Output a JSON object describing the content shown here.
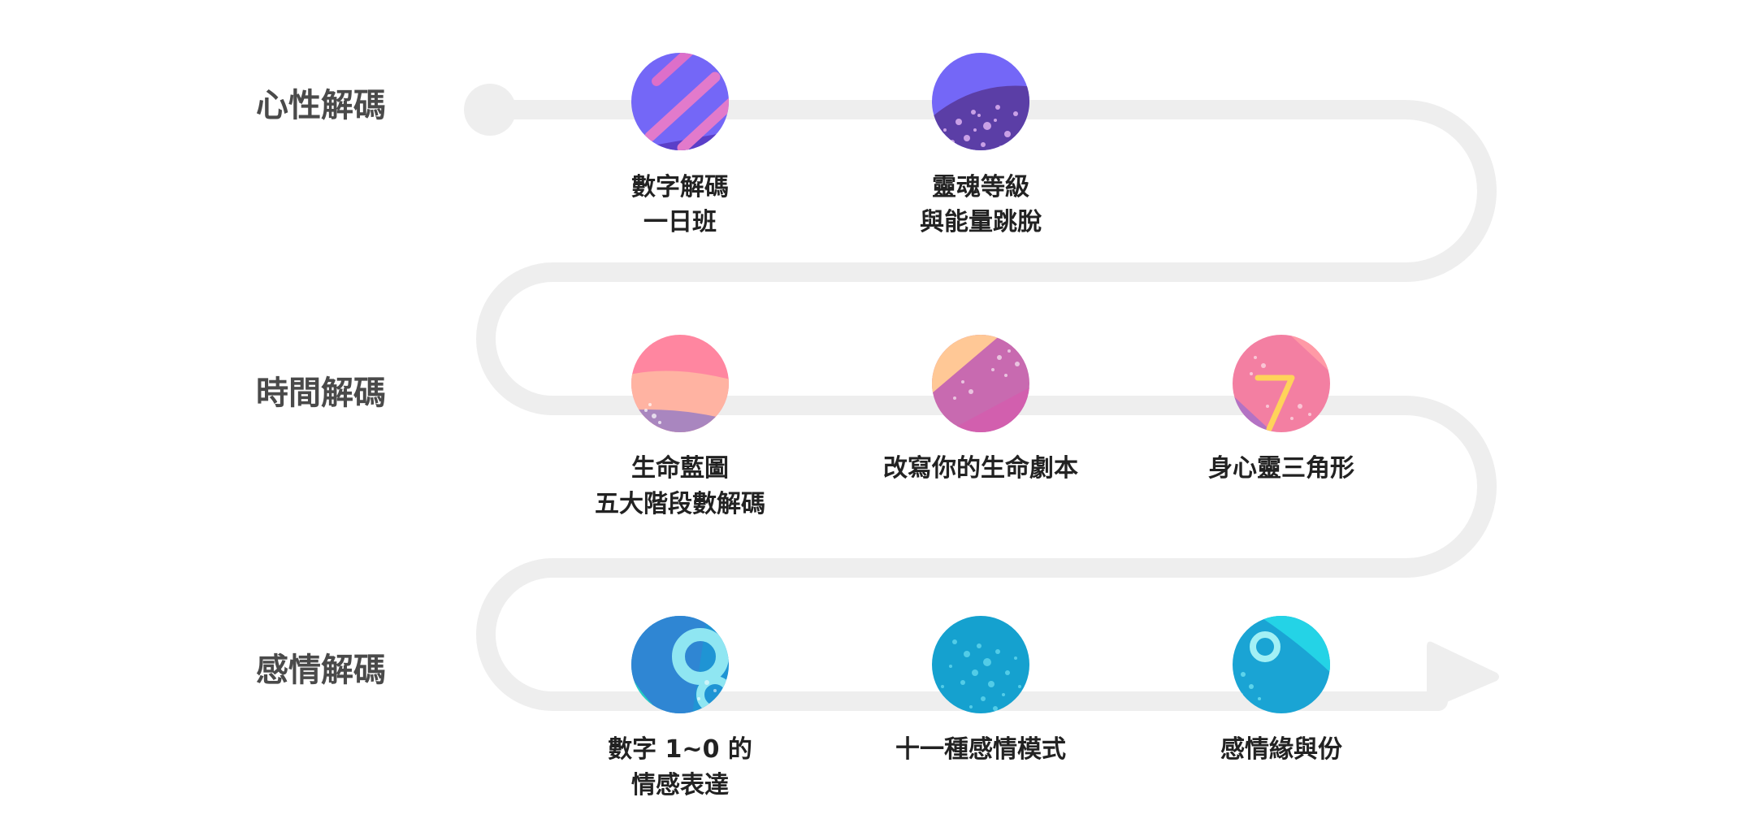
{
  "rows": [
    {
      "label": "心性解碼",
      "courses": [
        {
          "lines": [
            "數字解碼",
            "一日班"
          ],
          "icon": "purple-stripes-icon"
        },
        {
          "lines": [
            "靈魂等級",
            "與能量跳脫"
          ],
          "icon": "purple-wave-icon"
        }
      ]
    },
    {
      "label": "時間解碼",
      "courses": [
        {
          "lines": [
            "生命藍圖",
            "五大階段數解碼"
          ],
          "icon": "peach-bands-icon"
        },
        {
          "lines": [
            "改寫你的生命劇本"
          ],
          "icon": "peach-diagonal-icon"
        },
        {
          "lines": [
            "身心靈三角形"
          ],
          "icon": "number-seven-icon"
        }
      ]
    },
    {
      "label": "感情解碼",
      "courses": [
        {
          "lines": [
            "數字 1~0 的",
            "情感表達"
          ],
          "icon": "blue-ring-icon"
        },
        {
          "lines": [
            "十一種感情模式"
          ],
          "icon": "blue-speckle-icon"
        },
        {
          "lines": [
            "感情緣與份"
          ],
          "icon": "blue-small-ring-icon"
        }
      ]
    }
  ],
  "colors": {
    "track": "#eeeeee",
    "row_label": "#4a4a4a",
    "course_label": "#222222"
  }
}
